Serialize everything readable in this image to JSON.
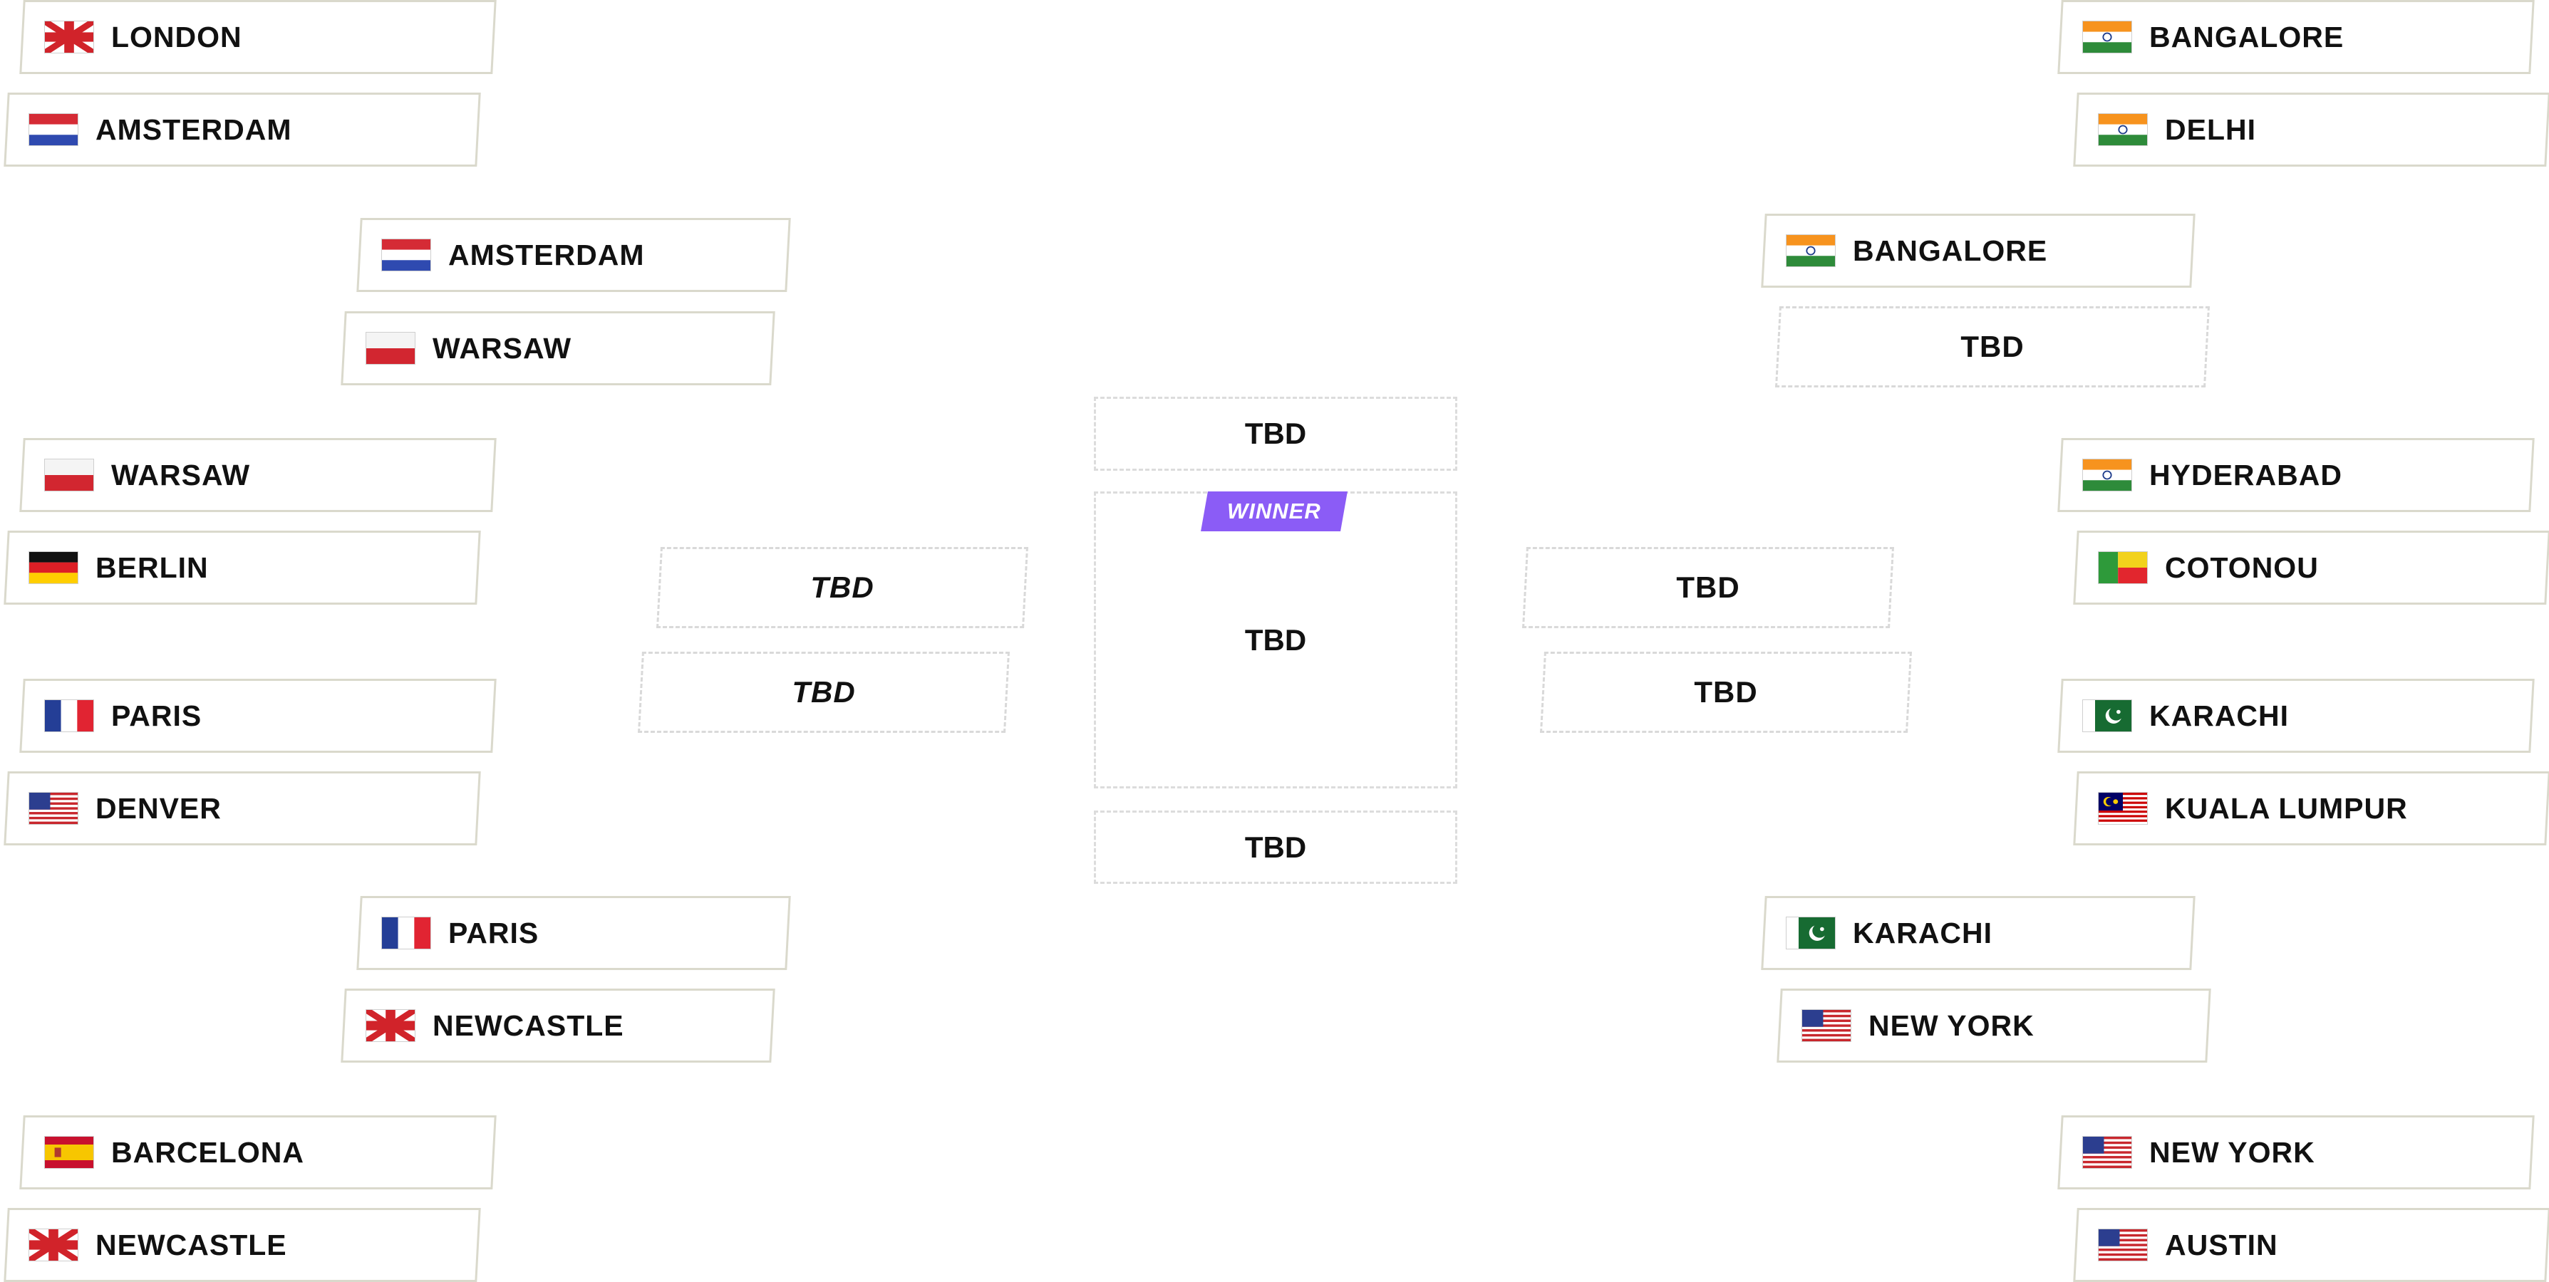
{
  "colors": {
    "border": "#dad9cc",
    "dashed": "#d9d9d9",
    "winner_badge": "#8b5cf6",
    "text": "#111111"
  },
  "left": {
    "round1": [
      {
        "name": "LONDON",
        "flag": "uk-flag-icon"
      },
      {
        "name": "AMSTERDAM",
        "flag": "netherlands-flag-icon"
      },
      {
        "name": "WARSAW",
        "flag": "poland-flag-icon"
      },
      {
        "name": "BERLIN",
        "flag": "germany-flag-icon"
      },
      {
        "name": "PARIS",
        "flag": "france-flag-icon"
      },
      {
        "name": "DENVER",
        "flag": "usa-flag-icon"
      },
      {
        "name": "BARCELONA",
        "flag": "spain-flag-icon"
      },
      {
        "name": "NEWCASTLE",
        "flag": "uk-flag-icon"
      }
    ],
    "round2": [
      {
        "name": "AMSTERDAM",
        "flag": "netherlands-flag-icon"
      },
      {
        "name": "WARSAW",
        "flag": "poland-flag-icon"
      },
      {
        "name": "PARIS",
        "flag": "france-flag-icon"
      },
      {
        "name": "NEWCASTLE",
        "flag": "uk-flag-icon"
      }
    ],
    "semifinal": [
      "TBD",
      "TBD"
    ]
  },
  "right": {
    "round1": [
      {
        "name": "BANGALORE",
        "flag": "india-flag-icon"
      },
      {
        "name": "DELHI",
        "flag": "india-flag-icon"
      },
      {
        "name": "HYDERABAD",
        "flag": "india-flag-icon"
      },
      {
        "name": "COTONOU",
        "flag": "benin-flag-icon"
      },
      {
        "name": "KARACHI",
        "flag": "pakistan-flag-icon"
      },
      {
        "name": "KUALA LUMPUR",
        "flag": "malaysia-flag-icon"
      },
      {
        "name": "NEW YORK",
        "flag": "usa-flag-icon"
      },
      {
        "name": "AUSTIN",
        "flag": "usa-flag-icon"
      }
    ],
    "round2": [
      {
        "name": "BANGALORE",
        "flag": "india-flag-icon"
      },
      {
        "name": "TBD",
        "flag": ""
      },
      {
        "name": "KARACHI",
        "flag": "pakistan-flag-icon"
      },
      {
        "name": "NEW YORK",
        "flag": "usa-flag-icon"
      }
    ],
    "semifinal": [
      "TBD",
      "TBD"
    ]
  },
  "final": {
    "top": "TBD",
    "winner_label": "WINNER",
    "winner": "TBD",
    "bottom": "TBD"
  }
}
